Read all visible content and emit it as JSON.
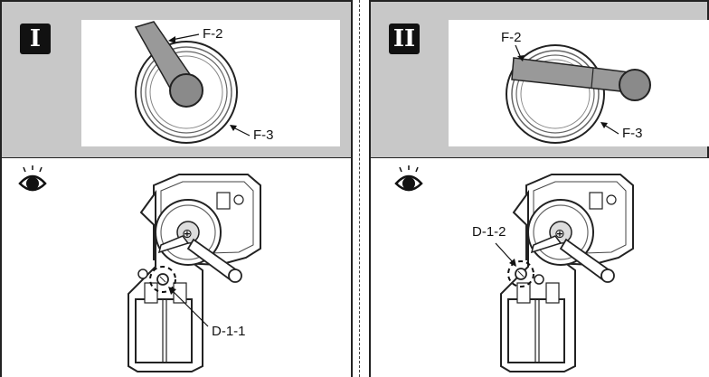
{
  "panels": [
    {
      "badge": "I",
      "labels": {
        "handle": "F-2",
        "wheel": "F-3",
        "part": "D-1-1"
      }
    },
    {
      "badge": "II",
      "labels": {
        "handle": "F-2",
        "wheel": "F-3",
        "part": "D-1-2"
      }
    }
  ],
  "icons": {
    "view": "eye-icon"
  },
  "colors": {
    "panel_bg": "#c8c8c8",
    "line": "#222222"
  }
}
